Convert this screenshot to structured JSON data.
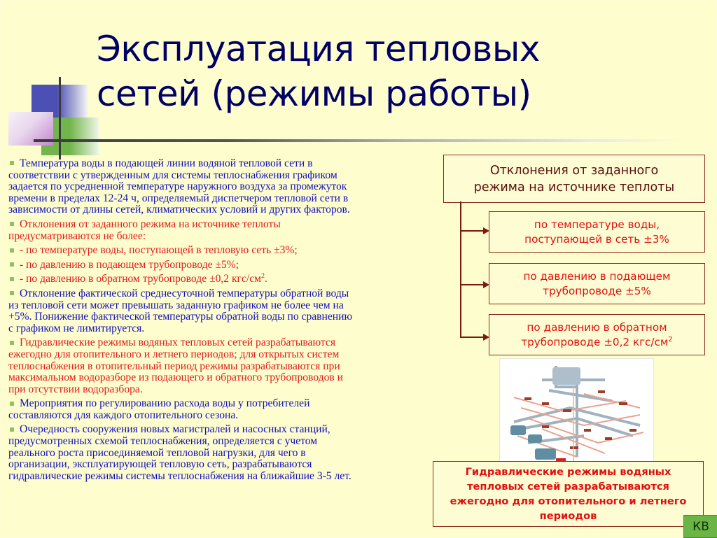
{
  "title": {
    "line1": "Эксплуатация тепловых",
    "line2": "сетей (режимы работы)"
  },
  "colors": {
    "background": "#fefdce",
    "title": "#000066",
    "blue_text": "#1111bb",
    "red_text": "#e01a1a",
    "box_border": "#8b2a1a",
    "bullet": "#8fbf6a",
    "badge": "#6ab545"
  },
  "body": {
    "paragraphs": [
      {
        "color": "blue",
        "bullet": true,
        "lines": [
          "Температура воды в подающей линии водяной тепловой сети в",
          "соответствии с утвержденным для системы теплоснабжения графиком",
          "задается по усредненной температуре наружного воздуха за промежуток",
          "времени в пределах 12-24 ч, определяемый диспетчером тепловой сети в",
          "зависимости от длины сетей, климатических условий и других факторов."
        ]
      },
      {
        "color": "red",
        "bullet": true,
        "lines": [
          "Отклонения от заданного режима на источнике теплоты",
          "предусматриваются не более:"
        ]
      },
      {
        "color": "red",
        "bullet": true,
        "lines": [
          "- по температуре воды, поступающей в тепловую сеть ±3%;"
        ]
      },
      {
        "color": "red",
        "bullet": true,
        "lines": [
          "- по давлению в подающем трубопроводе ±5%;"
        ]
      },
      {
        "color": "red",
        "bullet": true,
        "lines": [
          "- по давлению в обратном трубопроводе ±0,2 кгс/см"
        ],
        "sup": "2",
        "tail": "."
      },
      {
        "color": "blue",
        "bullet": true,
        "lines": [
          "Отклонение фактической среднесуточной температуры обратной воды",
          "из тепловой сети может превышать заданную графиком не более чем на",
          "+5%. Понижение фактической температуры обратной воды по сравнению",
          "с графиком не лимитируется."
        ]
      },
      {
        "color": "red",
        "bullet": true,
        "lines": [
          "Гидравлические режимы водяных тепловых сетей разрабатываются",
          "ежегодно для отопительного и летнего периодов; для открытых систем",
          "теплоснабжения в отопительный период режимы разрабатываются при",
          "максимальном водоразборе из подающего и обратного трубопроводов и",
          "при отсутствии водоразбора."
        ]
      },
      {
        "color": "blue",
        "bullet": true,
        "lines": [
          "Мероприятия по регулированию расхода воды у потребителей",
          "составляются для каждого отопительного сезона."
        ]
      },
      {
        "color": "blue",
        "bullet": true,
        "lines": [
          "Очередность сооружения новых магистралей и насосных станций,",
          "предусмотренных схемой теплоснабжения, определяется с учетом",
          "реального роста присоединяемой тепловой нагрузки, для чего в",
          "организации, эксплуатирующей тепловую сеть, разрабатываются",
          "гидравлические режимы системы теплоснабжения на ближайшие 3-5 лет."
        ]
      }
    ]
  },
  "diagram": {
    "main": {
      "line1": "Отклонения от заданного",
      "line2": "режима на источнике теплоты"
    },
    "items": [
      {
        "line1": "по температуре воды,",
        "line2": "поступающей в сеть ±3%"
      },
      {
        "line1": "по давлению в подающем",
        "line2": "трубопроводе ±5%"
      },
      {
        "line1": "по давлению в обратном",
        "line2": "трубопроводе ±0,2 кгс/см",
        "sup": "2"
      }
    ],
    "image_alt": "heating-network-pipeline-illustration"
  },
  "callout": {
    "line1": "Гидравлические режимы водяных",
    "line2": "тепловых сетей разрабатываются",
    "line3": "ежегодно для отопительного и летнего",
    "line4": "периодов"
  },
  "badge": {
    "label": "КВ"
  }
}
